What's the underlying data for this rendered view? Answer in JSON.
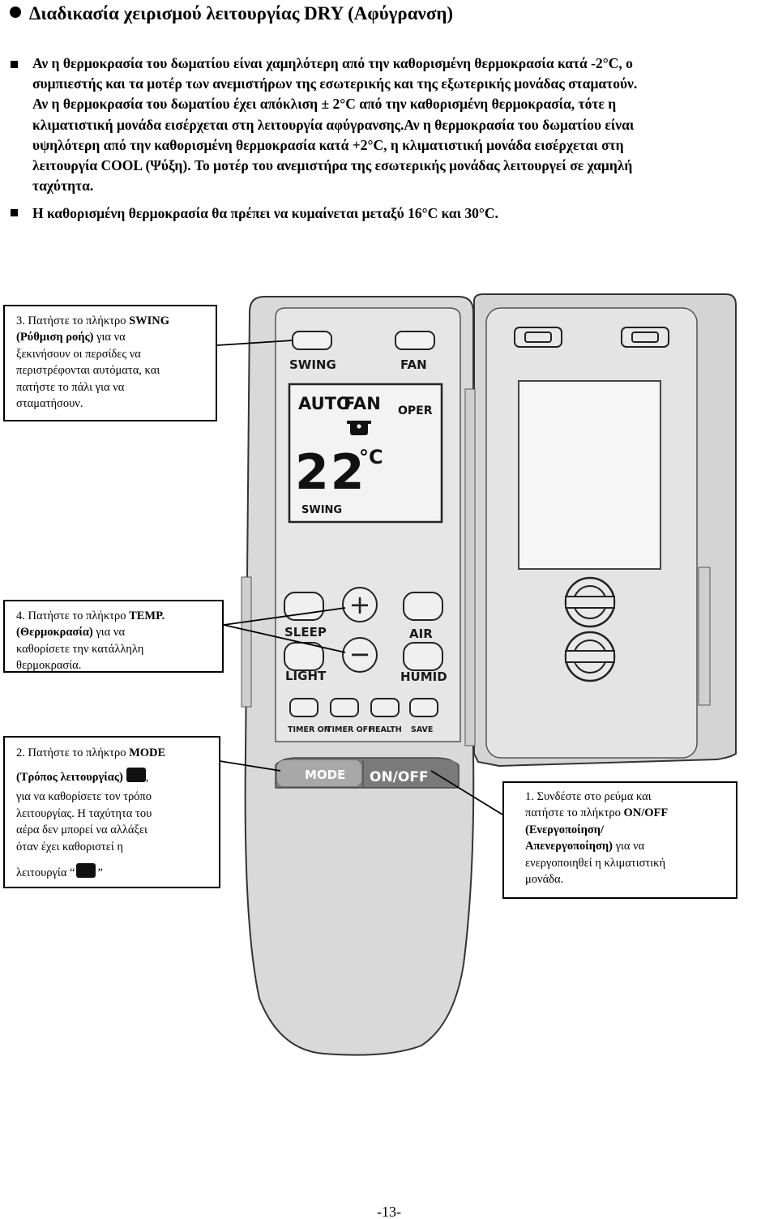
{
  "heading": "Διαδικασία χειρισμού λειτουργίας DRY (Αφύγρανση)",
  "bullets": [
    {
      "lines": [
        "Αν η θερμοκρασία του δωματίου είναι χαμηλότερη από την καθορισμένη θερμοκρασία κατά -2°C, ο",
        "συμπιεστής και τα μοτέρ των ανεμιστήρων της εσωτερικής και της εξωτερικής μονάδας σταματούν.",
        "Αν η θερμοκρασία του δωματίου έχει απόκλιση ± 2°C από την καθορισμένη θερμοκρασία, τότε η",
        "κλιματιστική μονάδα εισέρχεται στη λειτουργία αφύγρανσης.Αν η θερμοκρασία του δωματίου είναι",
        "υψηλότερη από την καθορισμένη θερμοκρασία κατά +2°C, η κλιματιστική μονάδα εισέρχεται στη",
        "λειτουργία COOL (Ψύξη). Το μοτέρ του ανεμιστήρα της εσωτερικής μονάδας λειτουργεί σε χαμηλή",
        "ταχύτητα."
      ]
    },
    {
      "lines": [
        "Η καθορισμένη θερμοκρασία θα πρέπει να κυμαίνεται μεταξύ 16°C και 30°C."
      ]
    }
  ],
  "callouts": {
    "swing": {
      "lead": "3. Πατήστε το πλήκτρο ",
      "key": "SWING",
      "key2": "(Ρύθμιση ροής)",
      "lines": [
        "για να",
        "ξεκινήσουν οι περσίδες να",
        "περιστρέφονται αυτόματα, και",
        "πατήστε το πάλι για να",
        "σταματήσουν."
      ]
    },
    "temp": {
      "lead": "4. Πατήστε το πλήκτρο ",
      "key": "TEMP.",
      "key2": "(Θερμοκρασία)",
      "lines": [
        "για να",
        "καθορίσετε την κατάλληλη",
        "θερμοκρασία."
      ]
    },
    "mode": {
      "lead": "2. Πατήστε το πλήκτρο ",
      "key": "MODE",
      "key2": "(Τρόπος λειτουργίας)",
      "lines": [
        ",",
        "για να καθορίσετε τον τρόπο",
        "λειτουργίας. Η ταχύτητα του",
        "αέρα δεν μπορεί να αλλάξει",
        "όταν έχει καθοριστεί η",
        "λειτουργία",
        "“",
        "”"
      ]
    },
    "onoff": {
      "lead": "1. Συνδέστε στο ρεύμα και",
      "line2": "πατήστε το πλήκτρο ",
      "key": "ON/OFF",
      "key2": "(Ενεργοποίηση/",
      "key3": "Απενεργοποίηση)",
      "lines": [
        "για να",
        "ενεργοποιηθεί η κλιματιστική",
        "μονάδα."
      ]
    }
  },
  "remote": {
    "buttons": {
      "swing": "SWING",
      "fan": "FAN",
      "sleep": "SLEEP",
      "air": "AIR",
      "light": "LIGHT",
      "humid": "HUMID",
      "timer_on": "TIMER ON",
      "timer_off": "TIMER OFF",
      "health": "HEALTH",
      "save": "SAVE",
      "mode": "MODE",
      "onoff": "ON/OFF",
      "plus": "+",
      "minus": "−"
    },
    "lcd": {
      "auto": "AUTO",
      "fan": "FAN",
      "oper": "OPER",
      "temperature": "22",
      "unit": "°C",
      "swing": "SWING"
    },
    "colors": {
      "body": "#d9d9d9",
      "panel": "#e6e6e6",
      "outline": "#333333",
      "bottom_strip": "#7a7a7a"
    }
  },
  "page_number": "-13-"
}
